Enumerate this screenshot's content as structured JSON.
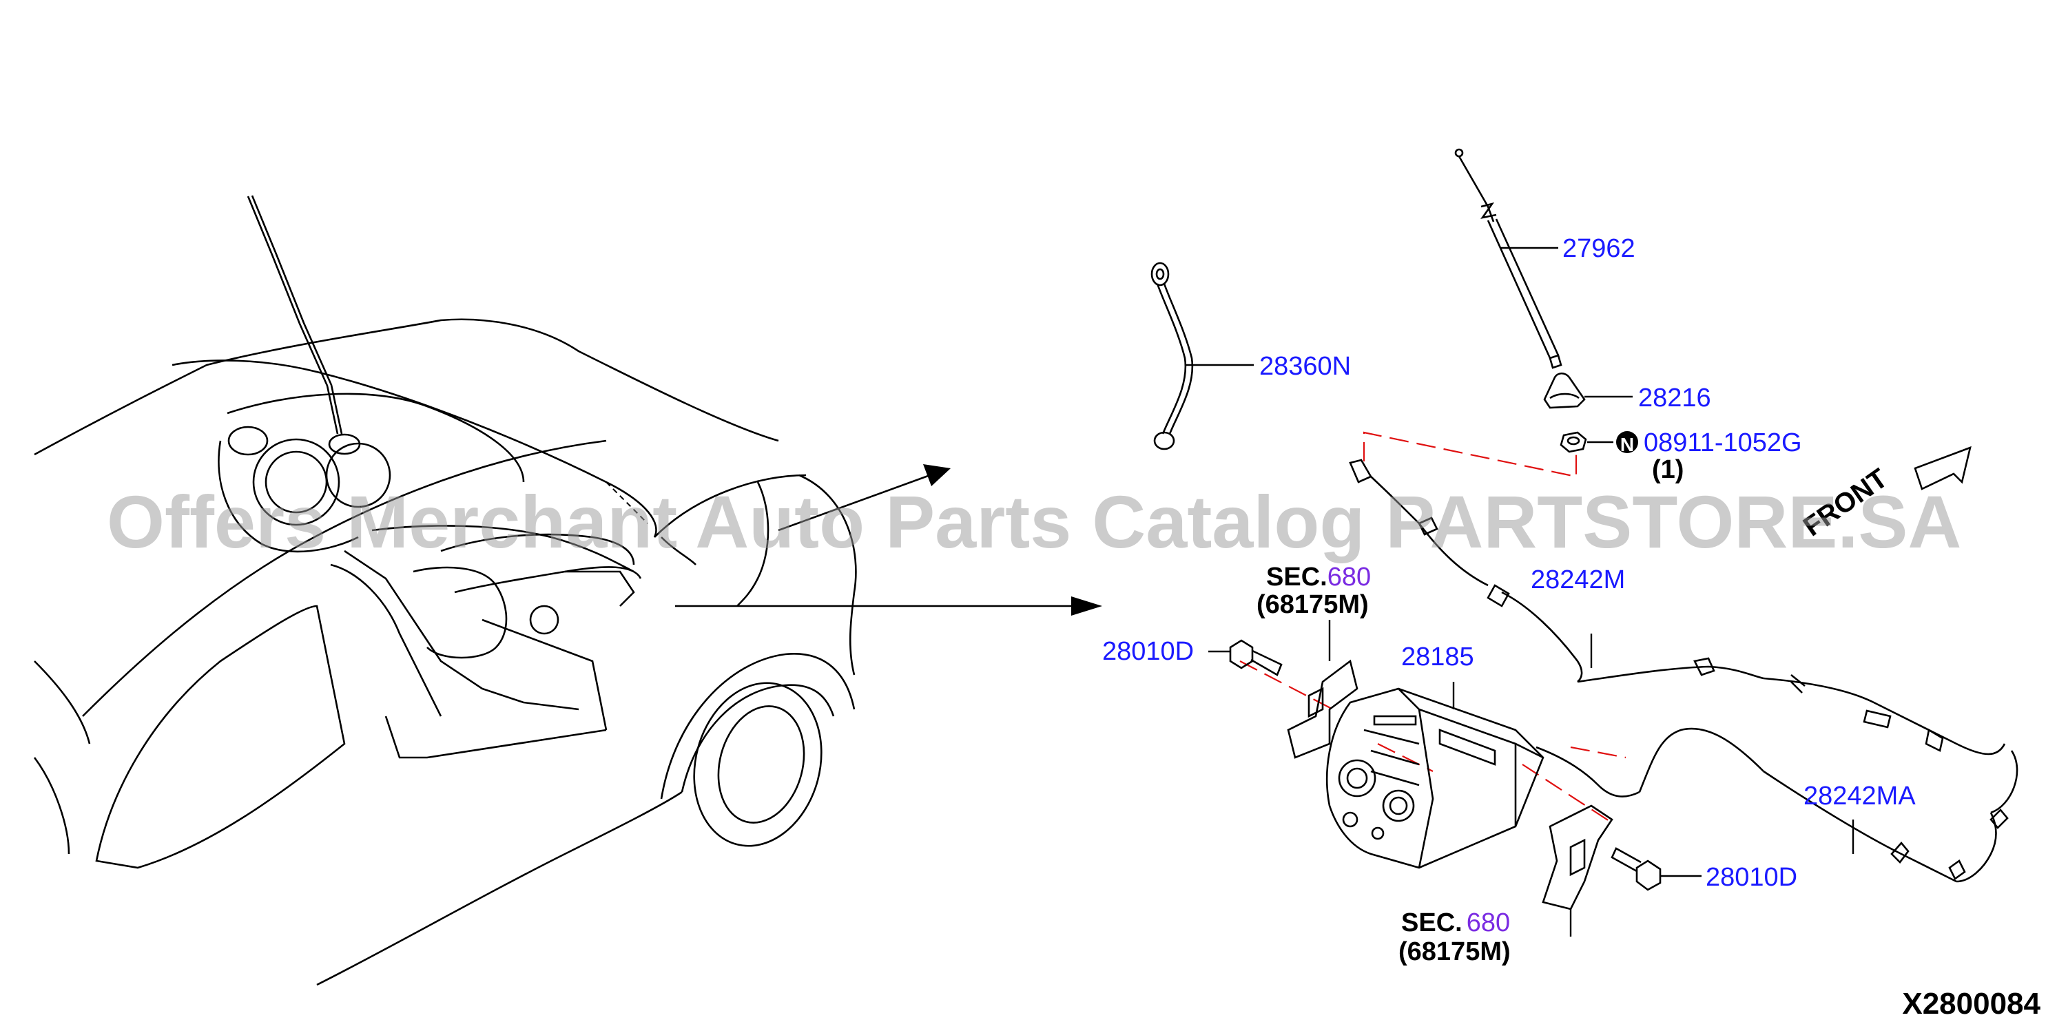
{
  "parts": {
    "antenna_rod": "27962",
    "ground_strap": "28360N",
    "antenna_base": "28216",
    "nut": "08911-1052G",
    "nut_qty": "(1)",
    "feeder_cable": "28242M",
    "feeder_cable_sub": "28242MA",
    "audio_unit": "28185",
    "screw_left": "28010D",
    "screw_right": "28010D"
  },
  "sections": {
    "upper": {
      "prefix": "SEC.",
      "number": "680",
      "sub": "(68175M)"
    },
    "lower": {
      "prefix": "SEC.",
      "number": "680",
      "sub": "(68175M)"
    }
  },
  "nut_symbol": "N",
  "front_label": "FRONT",
  "watermark": "Offers Merchant Auto Parts Catalog PARTSTORE.SA",
  "diagram_code": "X2800084",
  "colors": {
    "part_number": "#1a1aff",
    "section_number": "#7a2be2",
    "dashed_guide": "#e01010"
  }
}
